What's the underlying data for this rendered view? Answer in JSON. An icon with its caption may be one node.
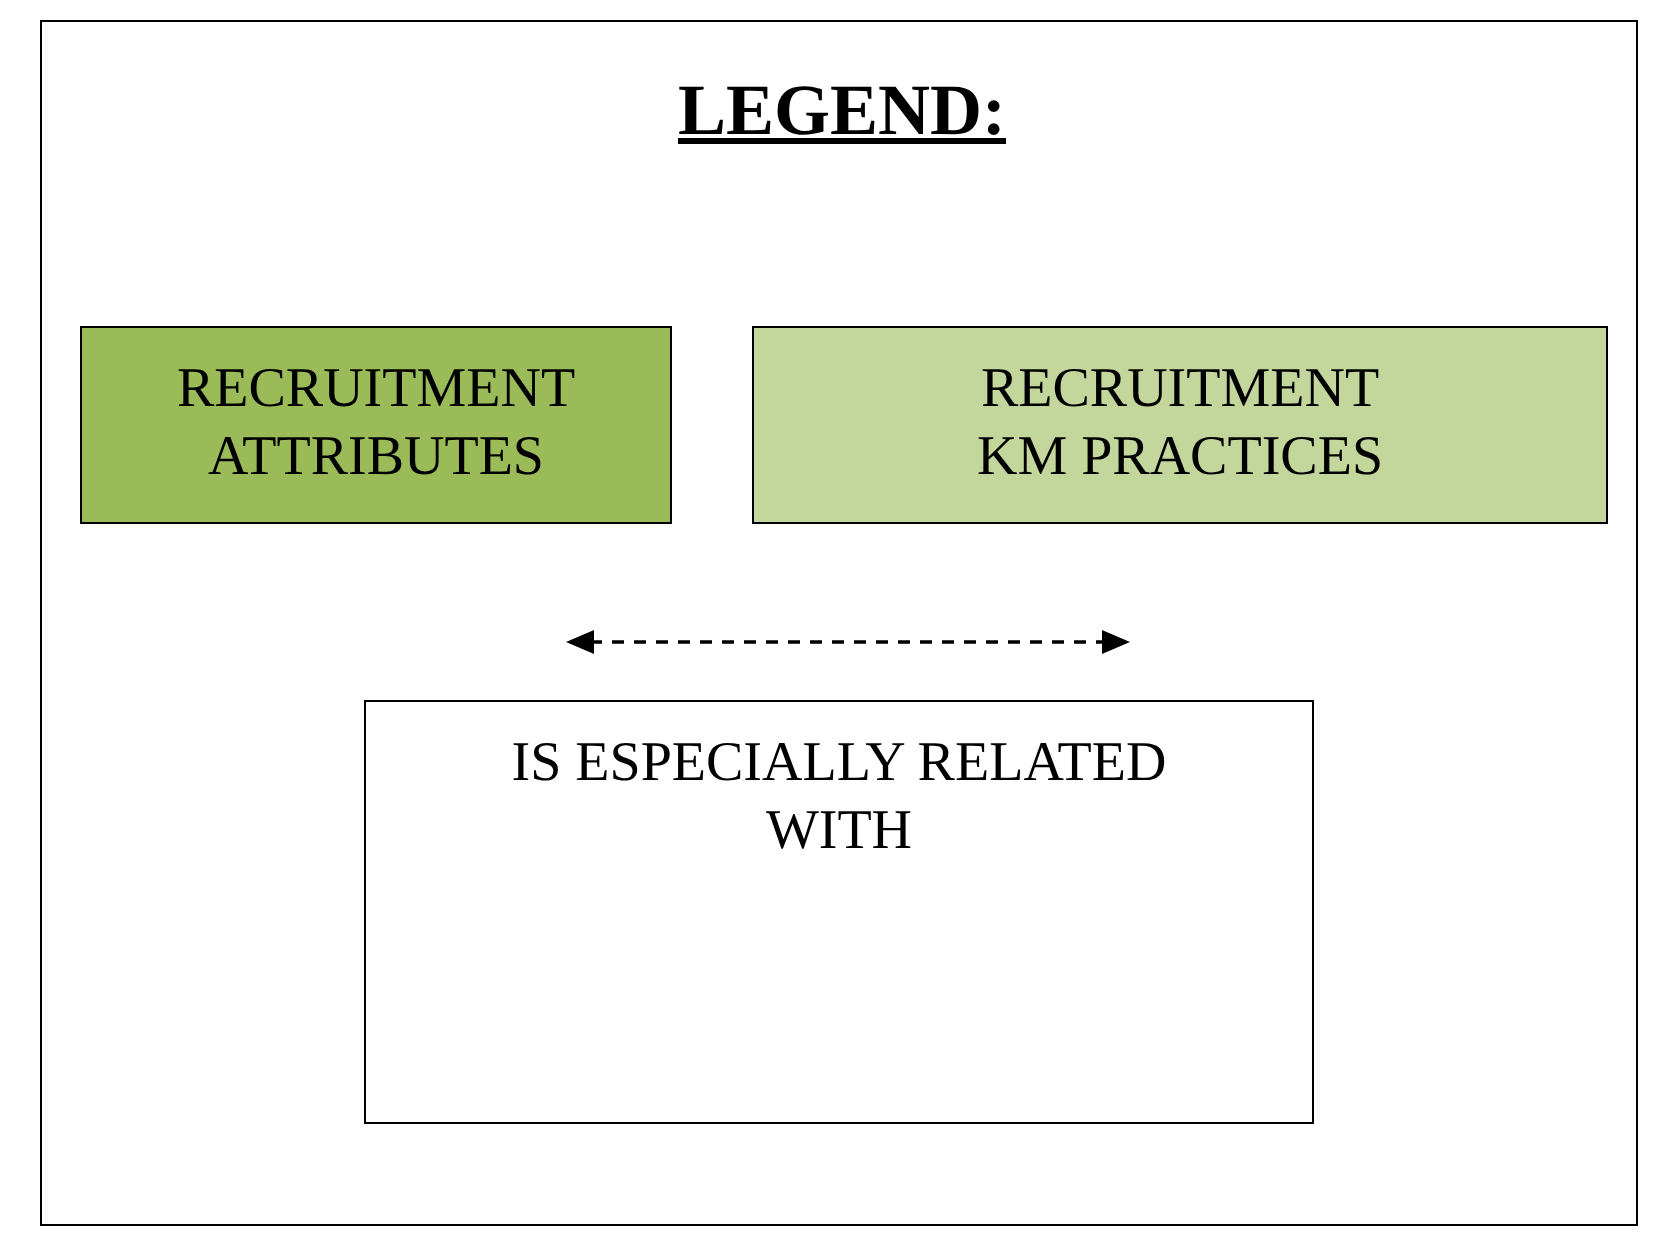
{
  "diagram": {
    "title": "LEGEND:",
    "legend": [
      {
        "text": "RECRUITMENT ATTRIBUTES",
        "color": "#9bbb59"
      },
      {
        "text": "RECRUITMENT KM PRACTICES",
        "color": "#c3d69b"
      },
      {
        "text": "IS ESPECIALLY RELATED WITH"
      }
    ]
  }
}
